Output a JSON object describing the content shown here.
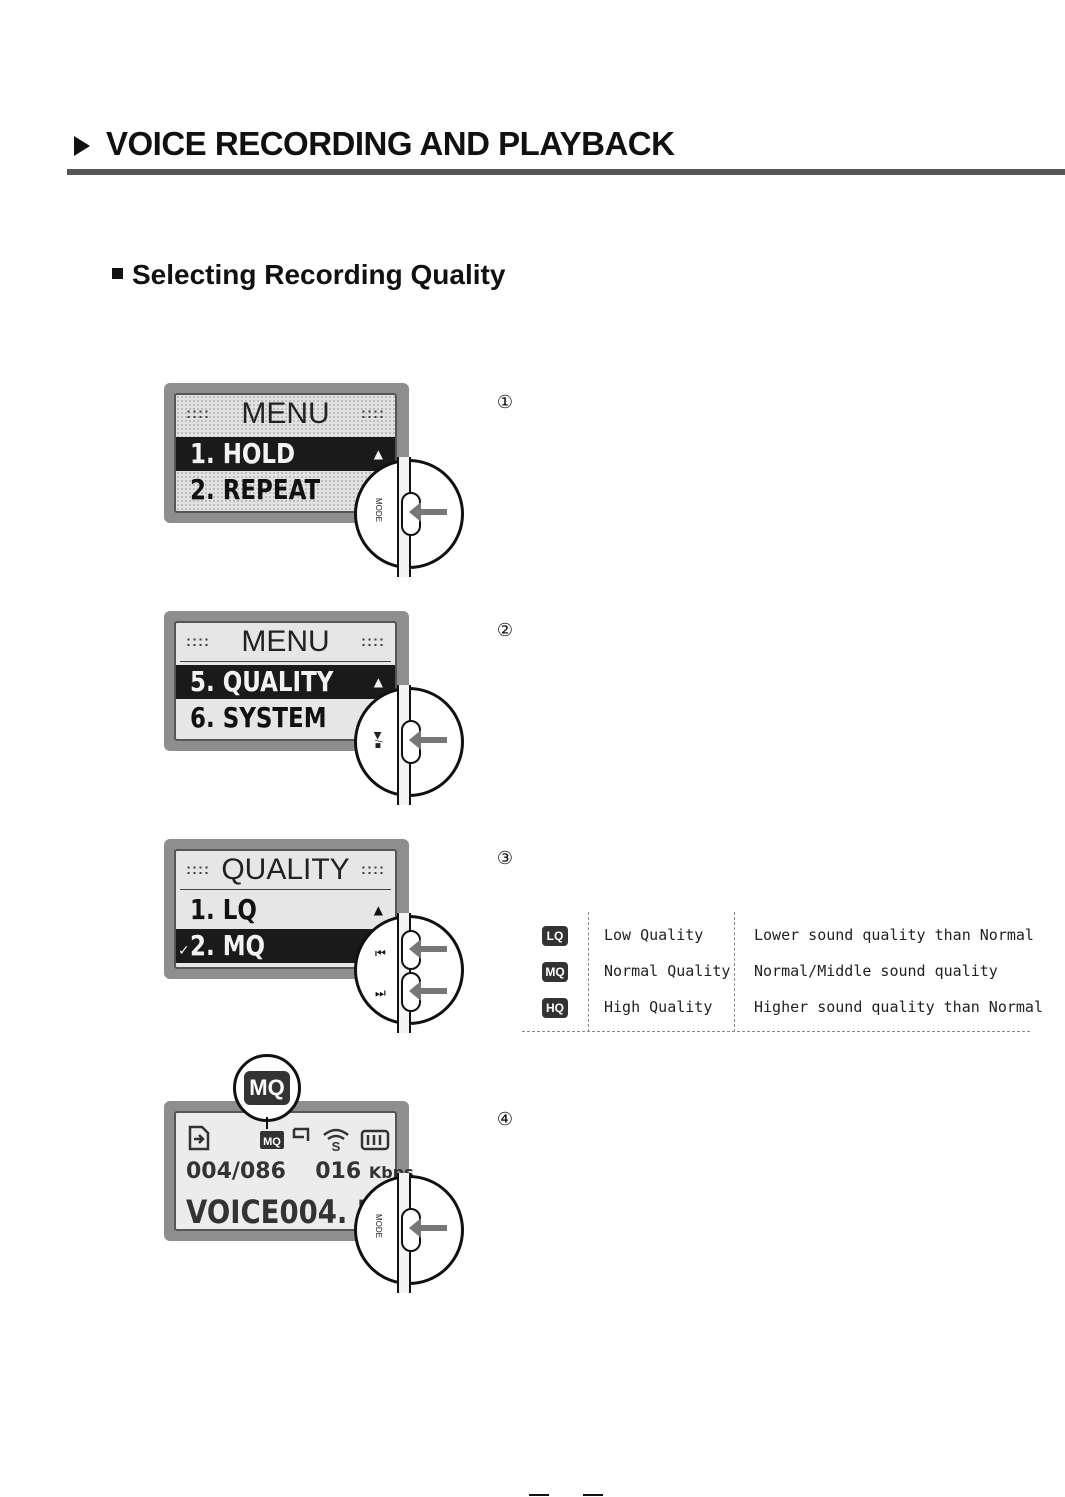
{
  "header": {
    "title": "VOICE RECORDING AND PLAYBACK"
  },
  "section": {
    "title": "Selecting Recording Quality"
  },
  "steps": [
    {
      "num": "①",
      "screen": {
        "title": "MENU",
        "rows": [
          {
            "text": "1. HOLD",
            "selected": true
          },
          {
            "text": "2. REPEAT",
            "selected": false
          }
        ]
      },
      "button_label": "MODE"
    },
    {
      "num": "②",
      "screen": {
        "title": "MENU",
        "rows": [
          {
            "text": "5. QUALITY",
            "selected": true
          },
          {
            "text": "6. SYSTEM",
            "selected": false
          }
        ]
      },
      "button_label": "▶/■"
    },
    {
      "num": "③",
      "screen": {
        "title": "QUALITY",
        "rows": [
          {
            "text": "1. LQ",
            "selected": false
          },
          {
            "text": "2. MQ",
            "selected": true,
            "check": "✓"
          }
        ]
      },
      "button_labels": [
        "⏮",
        "⏭"
      ]
    },
    {
      "num": "④",
      "screen": {
        "badge": "MQ",
        "line2_counter": "004/086",
        "line2_rate": "016",
        "line2_unit": "Kbps",
        "line3": "VOICE004. M"
      },
      "button_label": "MODE"
    }
  ],
  "quality_table": [
    {
      "icon": "LQ",
      "name": "Low Quality",
      "desc": "Lower sound quality than Normal"
    },
    {
      "icon": "MQ",
      "name": "Normal Quality",
      "desc": "Normal/Middle sound quality"
    },
    {
      "icon": "HQ",
      "name": "High Quality",
      "desc": "Higher sound quality than Normal"
    }
  ],
  "status_icons": [
    "file-icon",
    "mq-icon",
    "plug-icon",
    "signal-icon",
    "battery-icon"
  ]
}
